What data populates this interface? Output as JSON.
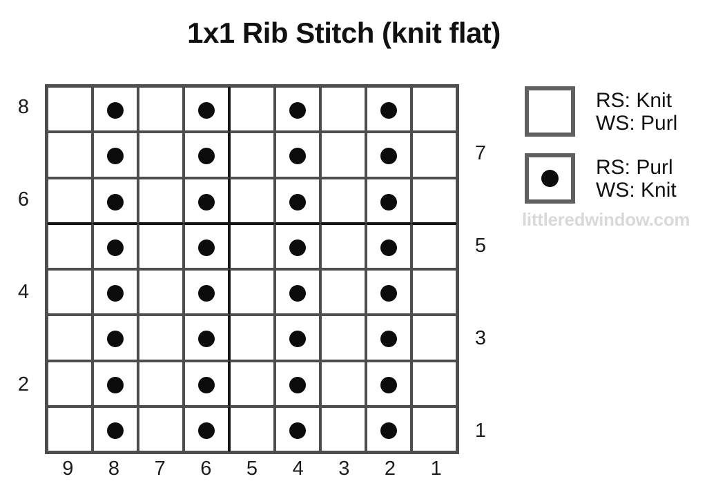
{
  "title": "1x1 Rib Stitch (knit flat)",
  "watermark": "littleredwindow.com",
  "colors": {
    "grid_line": "#4e4e4e",
    "repeat_line": "#151515",
    "dot": "#0c0c0c",
    "legend_border": "#5f5f5f",
    "label_text": "#1c1c1c",
    "watermark_text": "#d9d9d9",
    "background": "#ffffff"
  },
  "chart": {
    "bottom_labels": [
      "9",
      "8",
      "7",
      "6",
      "5",
      "4",
      "3",
      "2",
      "1"
    ],
    "left_labels": [
      "8",
      "",
      "6",
      "",
      "4",
      "",
      "2",
      ""
    ],
    "right_labels": [
      "",
      "7",
      "",
      "5",
      "",
      "3",
      "",
      "1"
    ],
    "bold_vertical_after_col": 4,
    "bold_horizontal_after_row": 3,
    "rows": [
      {
        "number": "8",
        "cells": [
          "k",
          "p",
          "k",
          "p",
          "k",
          "p",
          "k",
          "p",
          "k"
        ]
      },
      {
        "number": "7",
        "cells": [
          "k",
          "p",
          "k",
          "p",
          "k",
          "p",
          "k",
          "p",
          "k"
        ]
      },
      {
        "number": "6",
        "cells": [
          "k",
          "p",
          "k",
          "p",
          "k",
          "p",
          "k",
          "p",
          "k"
        ]
      },
      {
        "number": "5",
        "cells": [
          "k",
          "p",
          "k",
          "p",
          "k",
          "p",
          "k",
          "p",
          "k"
        ]
      },
      {
        "number": "4",
        "cells": [
          "k",
          "p",
          "k",
          "p",
          "k",
          "p",
          "k",
          "p",
          "k"
        ]
      },
      {
        "number": "3",
        "cells": [
          "k",
          "p",
          "k",
          "p",
          "k",
          "p",
          "k",
          "p",
          "k"
        ]
      },
      {
        "number": "2",
        "cells": [
          "k",
          "p",
          "k",
          "p",
          "k",
          "p",
          "k",
          "p",
          "k"
        ]
      },
      {
        "number": "1",
        "cells": [
          "k",
          "p",
          "k",
          "p",
          "k",
          "p",
          "k",
          "p",
          "k"
        ]
      }
    ]
  },
  "legend": {
    "items": [
      {
        "symbol": "empty-square",
        "line1": "RS: Knit",
        "line2": "WS: Purl"
      },
      {
        "symbol": "dot-square",
        "line1": "RS: Purl",
        "line2": "WS: Knit"
      }
    ]
  }
}
